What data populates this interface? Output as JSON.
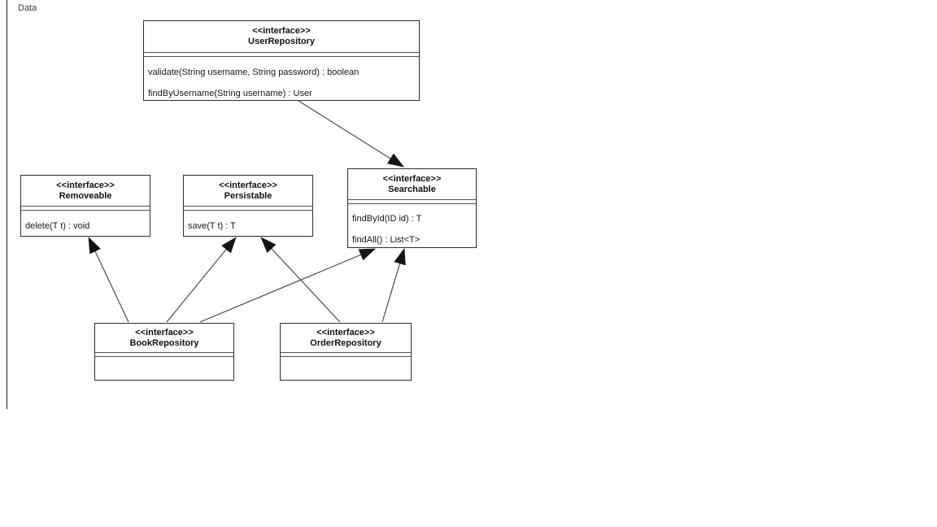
{
  "frame": {
    "label": "Data"
  },
  "colors": {
    "background": "#ffffff",
    "box_border": "#2d2d2d",
    "edge_line": "#4a4a4a",
    "arrowhead_fill": "#141414",
    "text": "#161616"
  },
  "classes": [
    {
      "stereotype": "<<interface>>",
      "name": "UserRepository",
      "methods": [
        "validate(String username, String password) : boolean",
        "findByUsername(String username) : User"
      ]
    },
    {
      "stereotype": "<<interface>>",
      "name": "Removeable",
      "methods": [
        "delete(T t) : void"
      ]
    },
    {
      "stereotype": "<<interface>>",
      "name": "Persistable",
      "methods": [
        "save(T t) : T"
      ]
    },
    {
      "stereotype": "<<interface>>",
      "name": "Searchable",
      "methods": [
        "findById(ID id) : T",
        "findAll() : List<T>"
      ]
    },
    {
      "stereotype": "<<interface>>",
      "name": "BookRepository",
      "methods": []
    },
    {
      "stereotype": "<<interface>>",
      "name": "OrderRepository",
      "methods": []
    }
  ],
  "relations": [
    {
      "from": "UserRepository",
      "to": "Searchable",
      "arrowhead": "filled-triangle"
    },
    {
      "from": "BookRepository",
      "to": "Removeable",
      "arrowhead": "filled-triangle"
    },
    {
      "from": "BookRepository",
      "to": "Persistable",
      "arrowhead": "filled-triangle"
    },
    {
      "from": "BookRepository",
      "to": "Searchable",
      "arrowhead": "filled-triangle"
    },
    {
      "from": "OrderRepository",
      "to": "Persistable",
      "arrowhead": "filled-triangle"
    },
    {
      "from": "OrderRepository",
      "to": "Searchable",
      "arrowhead": "filled-triangle"
    }
  ]
}
